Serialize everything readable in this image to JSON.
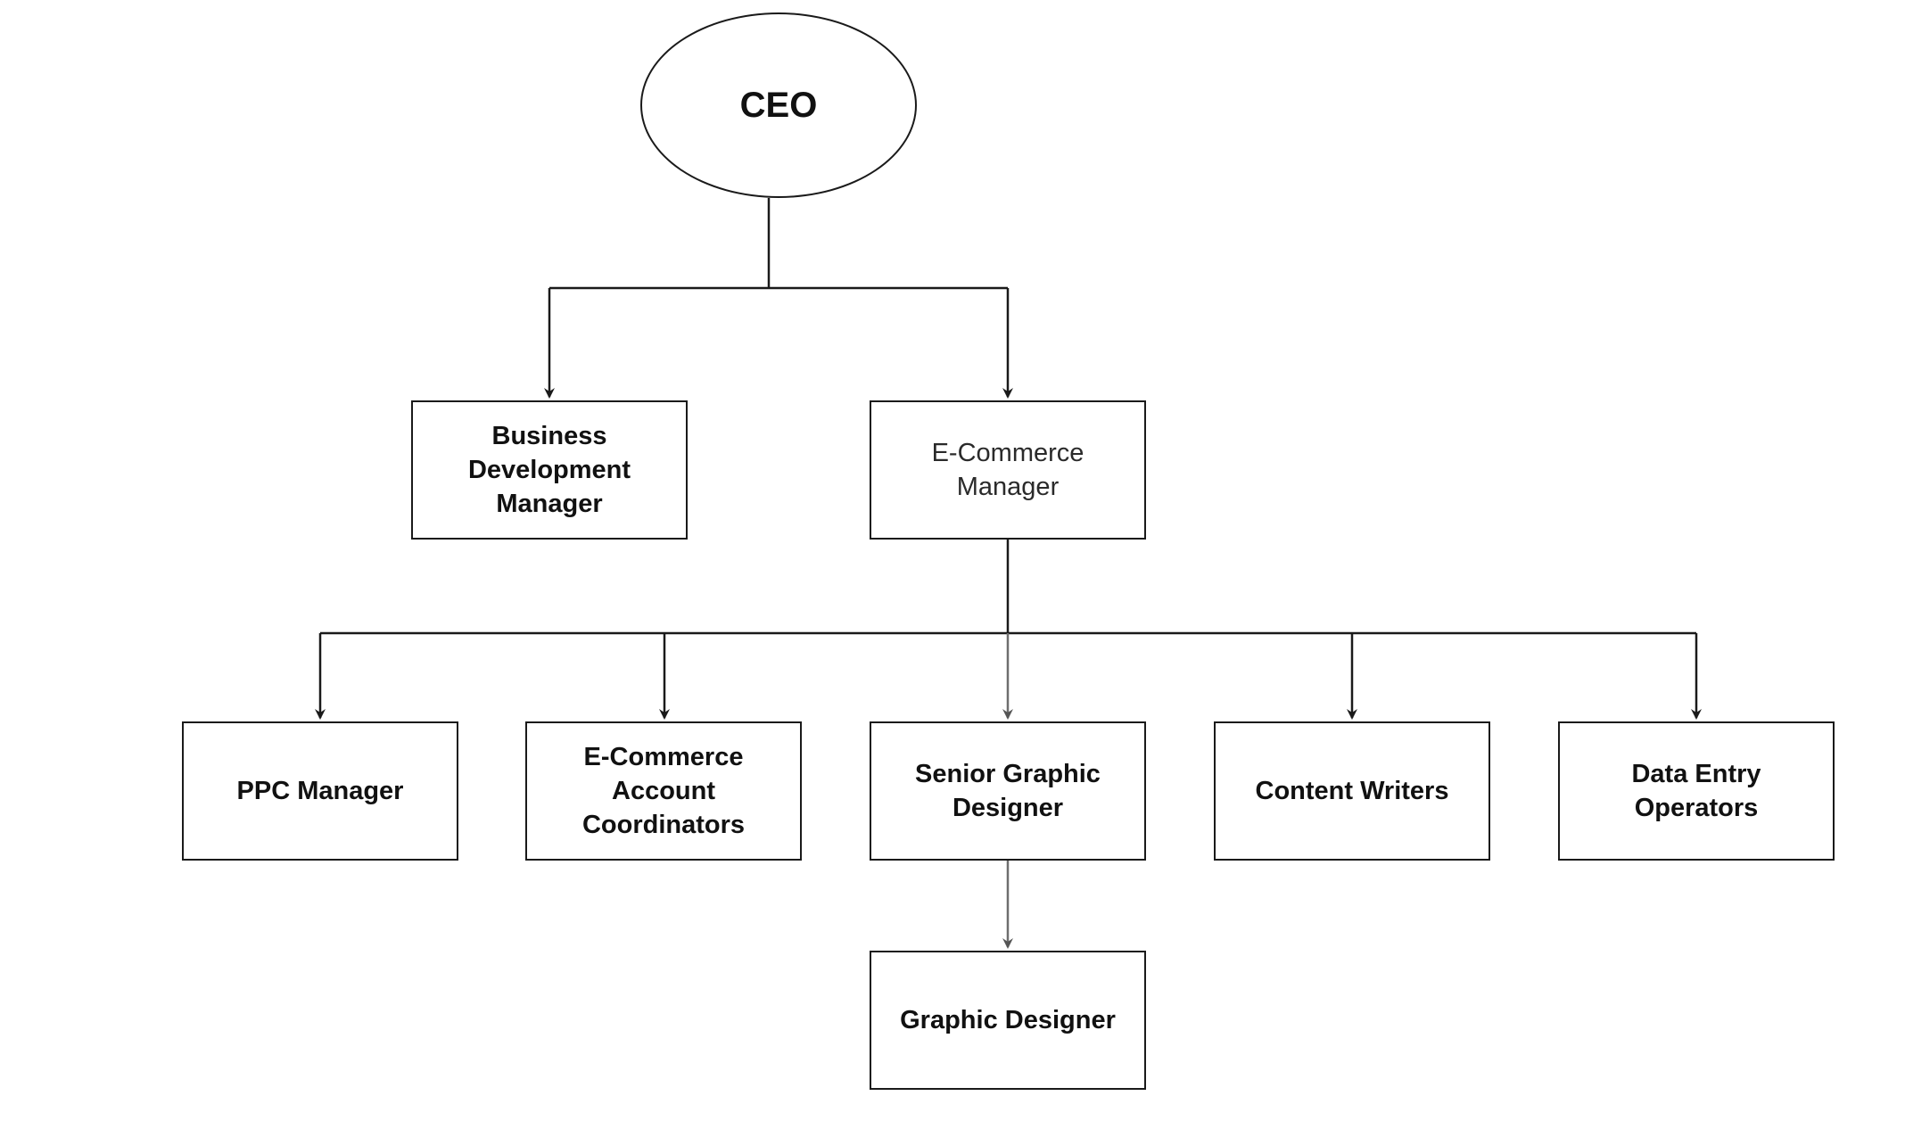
{
  "diagram": {
    "colors": {
      "stroke": "#1a1a1a",
      "stroke_soft": "#6e6e6e",
      "fill": "#ffffff",
      "text": "#111111"
    },
    "nodes": {
      "ceo": "CEO",
      "business_development_manager": "Business\nDevelopment\nManager",
      "ecommerce_manager": "E-Commerce\nManager",
      "ppc_manager": "PPC Manager",
      "ecommerce_account_coordinators": "E-Commerce\nAccount\nCoordinators",
      "senior_graphic_designer": "Senior Graphic\nDesigner",
      "content_writers": "Content Writers",
      "data_entry_operators": "Data Entry\nOperators",
      "graphic_designer": "Graphic Designer"
    },
    "edges": [
      {
        "from": "ceo",
        "to": "business_development_manager"
      },
      {
        "from": "ceo",
        "to": "ecommerce_manager"
      },
      {
        "from": "ecommerce_manager",
        "to": "ppc_manager"
      },
      {
        "from": "ecommerce_manager",
        "to": "ecommerce_account_coordinators"
      },
      {
        "from": "ecommerce_manager",
        "to": "senior_graphic_designer"
      },
      {
        "from": "ecommerce_manager",
        "to": "content_writers"
      },
      {
        "from": "ecommerce_manager",
        "to": "data_entry_operators"
      },
      {
        "from": "senior_graphic_designer",
        "to": "graphic_designer"
      }
    ]
  }
}
